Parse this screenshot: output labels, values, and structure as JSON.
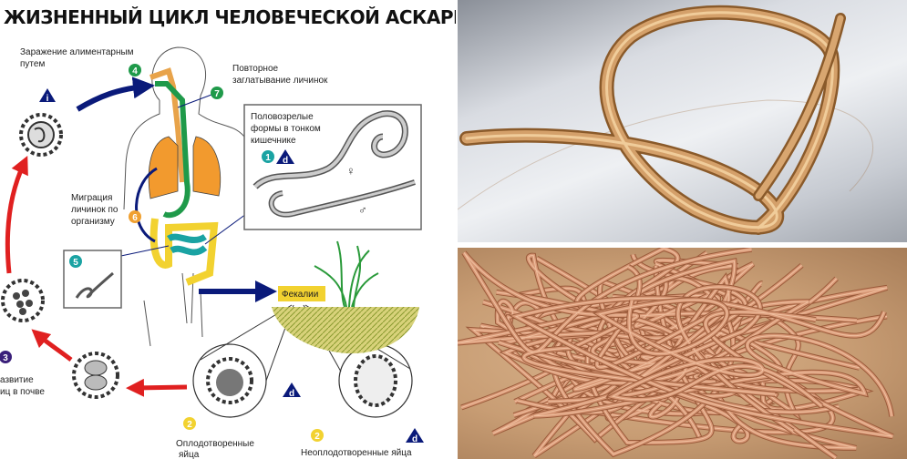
{
  "title": "ЖИЗНЕННЫЙ ЦИКЛ ЧЕЛОВЕЧЕСКОЙ АСКАРИДЫ",
  "labels": {
    "infection_1": "Заражение алиментарным",
    "infection_2": "путем",
    "reswallow_1": "Повторное",
    "reswallow_2": "заглатывание личинок",
    "mature_1": "Половозрелые",
    "mature_2": "формы в тонком",
    "mature_3": "кишечнике",
    "migration_1": "Миграция",
    "migration_2": "личинок по",
    "migration_3": "организму",
    "feces": "Фекалии",
    "soil_1": "азвитие",
    "soil_2": "иц в почве",
    "fertilized_1": "Оплодотворенные",
    "fertilized_2": "яйца",
    "unfertilized": "Неоплодотворенные яйца",
    "female": "♀",
    "male": "♂"
  },
  "steps": {
    "s1": "1",
    "s2a": "2",
    "s2b": "2",
    "s3": "3",
    "s4": "4",
    "s5": "5",
    "s6": "6",
    "s7": "7"
  },
  "stage_marks": {
    "infective": "i",
    "diagnostic": "d"
  },
  "colors": {
    "green": "#1f9a4a",
    "teal": "#1aa3a3",
    "orange": "#f0a030",
    "yellow": "#f2d230",
    "purple": "#3a1f7a",
    "navy": "#0a1a7a",
    "red": "#e02020",
    "lung": "#f29a2e"
  }
}
